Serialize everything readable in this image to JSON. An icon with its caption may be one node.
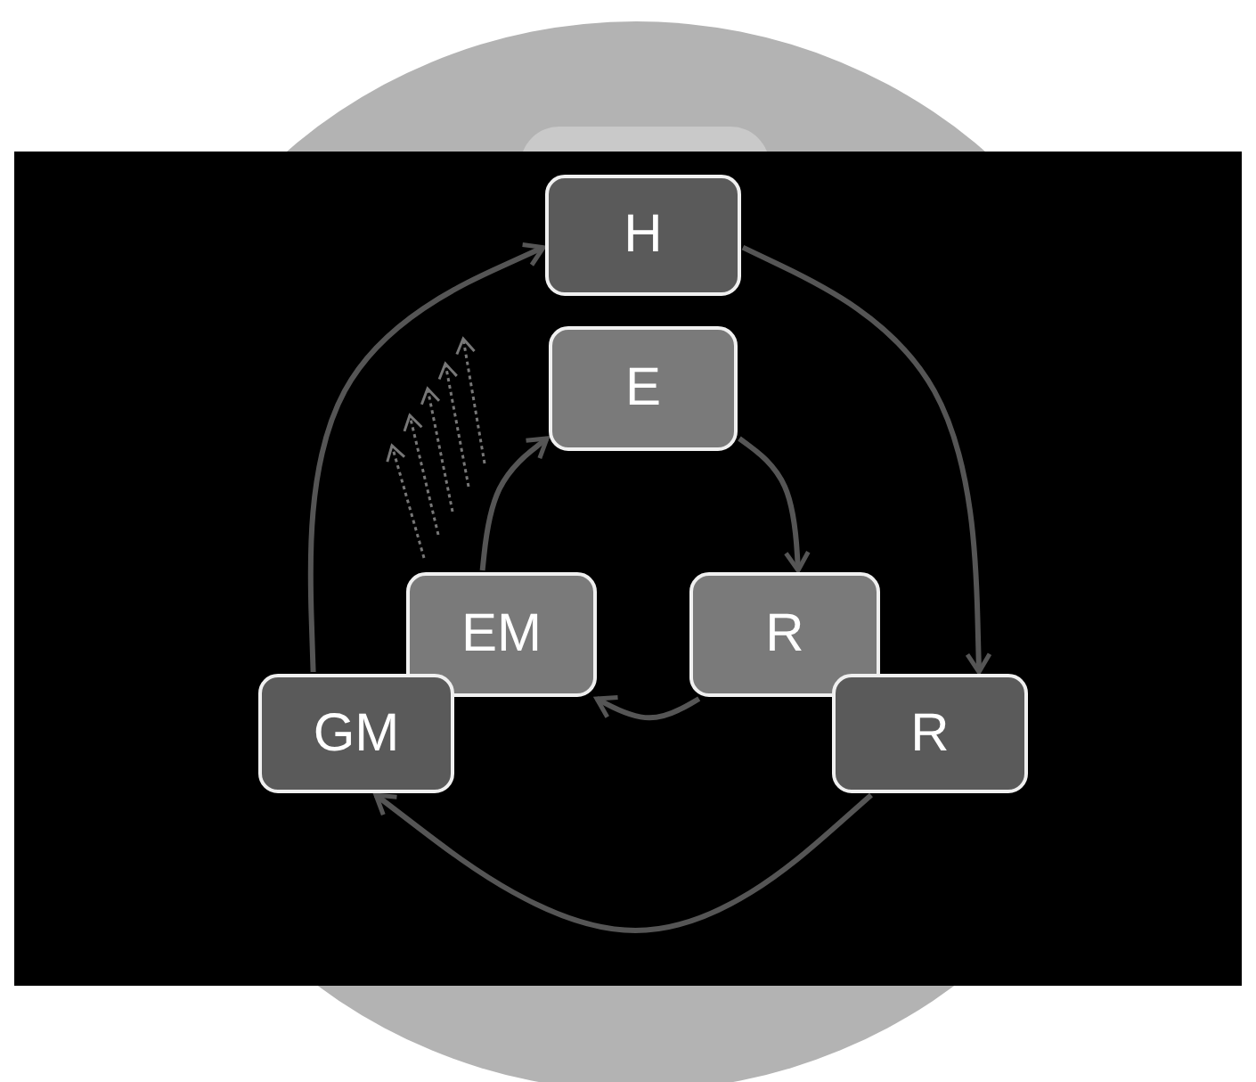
{
  "diagram": {
    "nodes": [
      {
        "text": [
          "H"
        ]
      },
      {
        "text": [
          "E"
        ]
      },
      {
        "text": [
          "EM"
        ]
      },
      {
        "text": [
          "R"
        ]
      },
      {
        "text": [
          "GM"
        ]
      },
      {
        "text": [
          "R"
        ]
      }
    ],
    "edges": [
      {
        "from": 2,
        "to": 1,
        "arrow": "to"
      },
      {
        "from": 1,
        "to": 3,
        "arrow": "to"
      },
      {
        "from": 3,
        "to": 2,
        "arrow": "to"
      },
      {
        "from": 4,
        "to": 0,
        "arrow": "to"
      },
      {
        "from": 0,
        "to": 5,
        "arrow": "to"
      },
      {
        "from": 5,
        "to": 4,
        "arrow": "to"
      }
    ]
  }
}
